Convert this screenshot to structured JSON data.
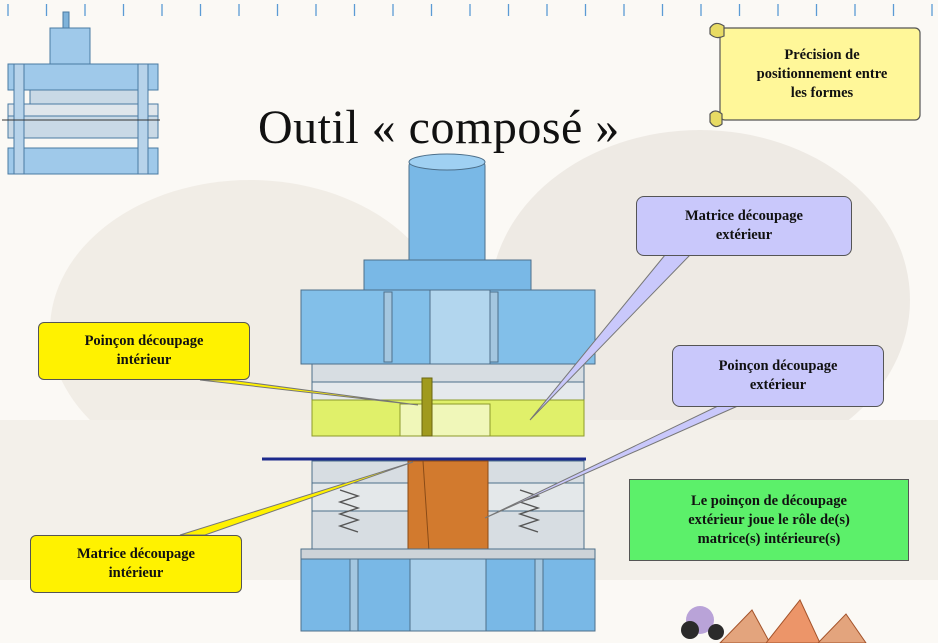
{
  "title": "Outil « composé »",
  "scroll_note": [
    "Précision de",
    "positionnement entre",
    "les formes"
  ],
  "callouts": {
    "punch_inner": [
      "Poinçon découpage",
      "intérieur"
    ],
    "die_outer": [
      "Matrice découpage",
      "extérieur"
    ],
    "punch_outer": [
      "Poinçon découpage",
      "extérieur"
    ],
    "die_inner": [
      "Matrice découpage",
      "intérieur"
    ],
    "note": [
      "Le poinçon de découpage",
      "extérieur joue le rôle de(s)",
      "matrice(s) intérieure(s)"
    ]
  },
  "colors": {
    "callout_yellow": "#fff200",
    "callout_lavender": "#c9c8fb",
    "callout_green": "#5cf06a",
    "scroll_yellow": "#fff799",
    "tool_blue": "#79b8e6",
    "tool_grey": "#cfd3d6",
    "die_yellow": "#e0f06a",
    "punch_orange": "#d27a2e"
  }
}
